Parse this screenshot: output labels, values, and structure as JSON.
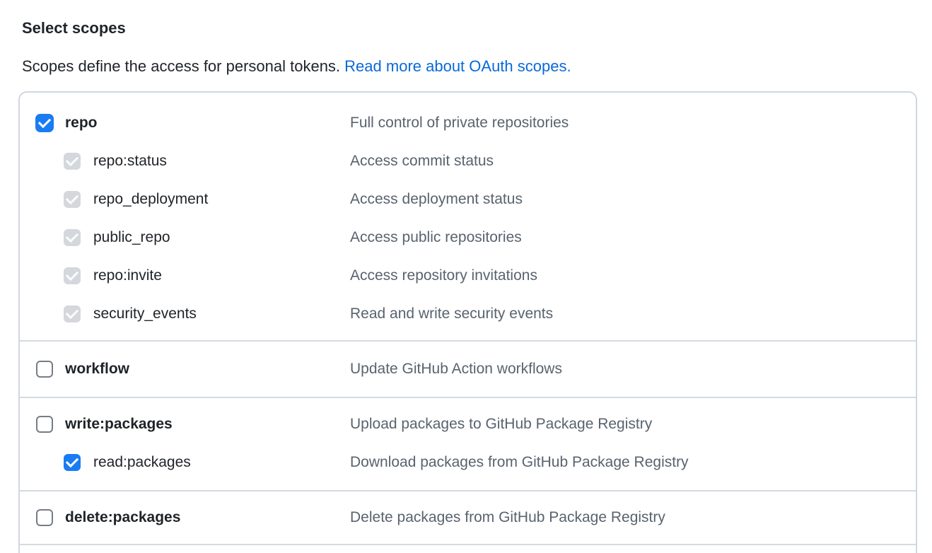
{
  "header": {
    "title": "Select scopes",
    "subtitle_text": "Scopes define the access for personal tokens.",
    "subtitle_link": "Read more about OAuth scopes."
  },
  "colors": {
    "link": "#0969da",
    "checkbox_checked": "#1a7cf2",
    "checkbox_disabled_bg": "#d4d8dd",
    "box_border": "#d0d7de",
    "text_primary": "#1f2328",
    "text_secondary": "#59636e"
  },
  "scopes": [
    {
      "name": "repo",
      "description": "Full control of private repositories",
      "checked": true,
      "disabled": false,
      "children": [
        {
          "name": "repo:status",
          "description": "Access commit status",
          "checked": true,
          "disabled": true
        },
        {
          "name": "repo_deployment",
          "description": "Access deployment status",
          "checked": true,
          "disabled": true
        },
        {
          "name": "public_repo",
          "description": "Access public repositories",
          "checked": true,
          "disabled": true
        },
        {
          "name": "repo:invite",
          "description": "Access repository invitations",
          "checked": true,
          "disabled": true
        },
        {
          "name": "security_events",
          "description": "Read and write security events",
          "checked": true,
          "disabled": true
        }
      ]
    },
    {
      "name": "workflow",
      "description": "Update GitHub Action workflows",
      "checked": false,
      "disabled": false,
      "children": []
    },
    {
      "name": "write:packages",
      "description": "Upload packages to GitHub Package Registry",
      "checked": false,
      "disabled": false,
      "children": [
        {
          "name": "read:packages",
          "description": "Download packages from GitHub Package Registry",
          "checked": true,
          "disabled": false
        }
      ]
    },
    {
      "name": "delete:packages",
      "description": "Delete packages from GitHub Package Registry",
      "checked": false,
      "disabled": false,
      "children": []
    }
  ]
}
